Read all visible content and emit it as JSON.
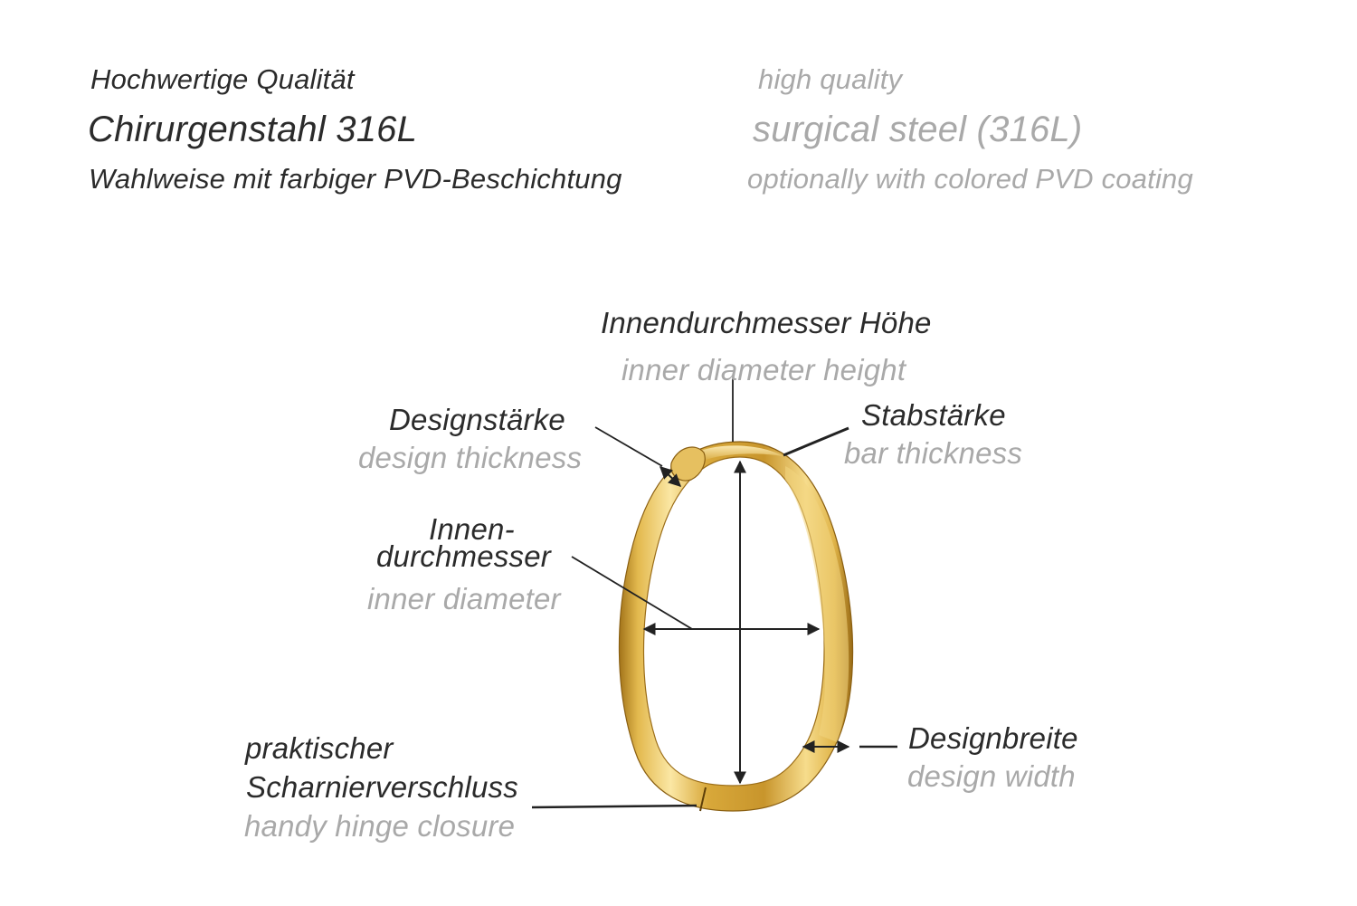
{
  "header": {
    "de": {
      "line1": "Hochwertige Qualität",
      "line2": "Chirurgenstahl 316L",
      "line3": "Wahlweise mit farbiger PVD-Beschichtung"
    },
    "en": {
      "line1": "high quality",
      "line2": "surgical steel (316L)",
      "line3": "optionally with colored PVD coating"
    }
  },
  "labels": {
    "inner_height": {
      "de": "Innendurchmesser Höhe",
      "en": "inner diameter height"
    },
    "design_thickness": {
      "de": "Designstärke",
      "en": "design thickness"
    },
    "bar_thickness": {
      "de": "Stabstärke",
      "en": "bar thickness"
    },
    "inner_diameter": {
      "de_line1": "Innen-",
      "de_line2": "durchmesser",
      "en": "inner diameter"
    },
    "hinge": {
      "de_line1": "praktischer",
      "de_line2": "Scharnierverschluss",
      "en": "handy hinge closure"
    },
    "design_width": {
      "de": "Designbreite",
      "en": "design width"
    }
  },
  "colors": {
    "gold_light": "#fbe7a4",
    "gold_mid": "#e3b94e",
    "gold_dark": "#a3741a",
    "text_de": "#2b2b2b",
    "text_en": "#a9a9a9",
    "leader": "#222222"
  }
}
